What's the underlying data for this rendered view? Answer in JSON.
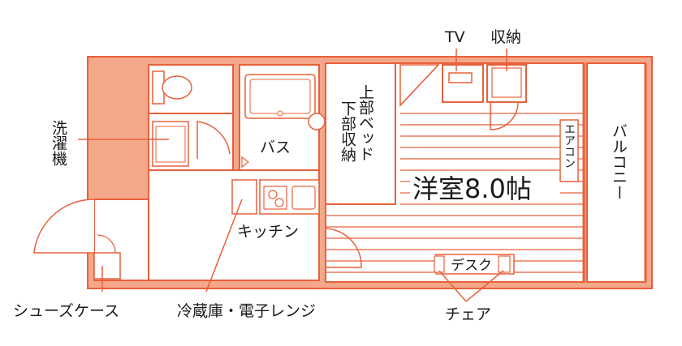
{
  "colors": {
    "wall": "#e8603c",
    "wall_fill": "#f4a88a",
    "room_fill": "#ffffff",
    "text": "#1a1a1a"
  },
  "labels": {
    "tv": "TV",
    "storage": "収納",
    "washing_machine": "洗濯機",
    "bath": "バス",
    "loft_bed": "上部ベッド下部収納",
    "main_room": "洋室8.0帖",
    "aircon": "エアコン",
    "balcony": "バルコニー",
    "kitchen": "キッチン",
    "desk": "デスク",
    "shoe_case": "シューズケース",
    "fridge_microwave": "冷蔵庫・電子レンジ",
    "chair": "チェア"
  }
}
